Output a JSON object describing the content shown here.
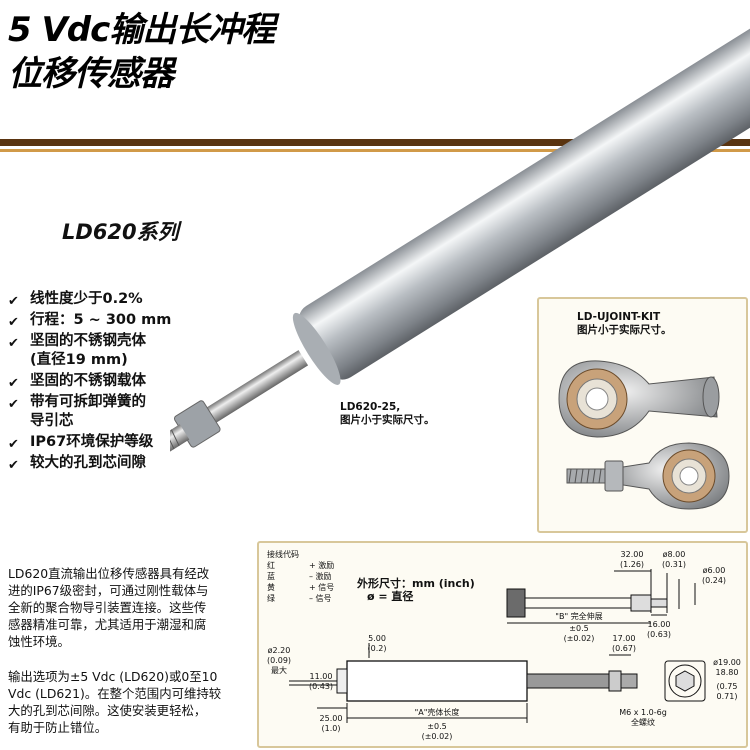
{
  "title": {
    "line1": "5 Vdc输出长冲程",
    "line2": "位移传感器"
  },
  "series": "LD620系列",
  "features": [
    {
      "text": "线性度少于0.2%"
    },
    {
      "text": "行程：5 ~ 300 mm"
    },
    {
      "text": "坚固的不锈钢壳体",
      "text2": "(直径19 mm)"
    },
    {
      "text": "坚固的不锈钢载体"
    },
    {
      "text": "带有可拆卸弹簧的",
      "text2": "导引芯"
    },
    {
      "text": "IP67环境保护等级"
    },
    {
      "text": "较大的孔到芯间隙"
    }
  ],
  "captions": {
    "sensor_model": "LD620-25,",
    "sensor_note": "图片小于实际尺寸。",
    "kit_model": "LD-UJOINT-KIT",
    "kit_note": "图片小于实际尺寸。"
  },
  "description": {
    "p1": [
      "LD620直流输出位移传感器具有经改",
      "进的IP67级密封，可通过刚性载体与",
      "全新的聚合物导引装置连接。这些传",
      "感器精准可靠，尤其适用于潮湿和腐",
      "蚀性环境。"
    ],
    "p2": [
      "输出选项为±5 Vdc (LD620)或0至10",
      "Vdc (LD621)。在整个范围内可维持较",
      "大的孔到芯间隙。这使安装更轻松，",
      "有助于防止错位。"
    ]
  },
  "drawing": {
    "wire_header": "接线代码",
    "wires": [
      {
        "color": "红",
        "signal": "+ 激励"
      },
      {
        "color": "蓝",
        "signal": "– 激励"
      },
      {
        "color": "黄",
        "signal": "+ 信号"
      },
      {
        "color": "绿",
        "signal": "– 信号"
      }
    ],
    "units_line1": "外形尺寸：mm (inch)",
    "units_line2": "ø = 直径",
    "dims": {
      "d32": "32.00",
      "d32i": "(1.26)",
      "d8": "ø8.00",
      "d8i": "(0.31)",
      "d6": "ø6.00",
      "d6i": "(0.24)",
      "b_label": "\"B\" 完全伸展",
      "b_tol": "±0.5",
      "b_tol_i": "(±0.02)",
      "d16": "16.00",
      "d16i": "(0.63)",
      "d17": "17.00",
      "d17i": "(0.67)",
      "d5": "5.00",
      "d5i": "(0.2)",
      "d22": "ø2.20",
      "d22i": "(0.09)",
      "d22n": "最大",
      "d11": "11.00",
      "d11i": "(0.43)",
      "d25": "25.00",
      "d25i": "(1.0)",
      "a_label": "\"A\"壳体长度",
      "a_tol": "±0.5",
      "a_tol_i": "(±0.02)",
      "m6": "M6 x 1.0-6g",
      "m6n": "全螺纹",
      "d19": "ø19.00",
      "d188": "18.80",
      "d19i": "(0.75",
      "d188i": "0.71)"
    }
  }
}
